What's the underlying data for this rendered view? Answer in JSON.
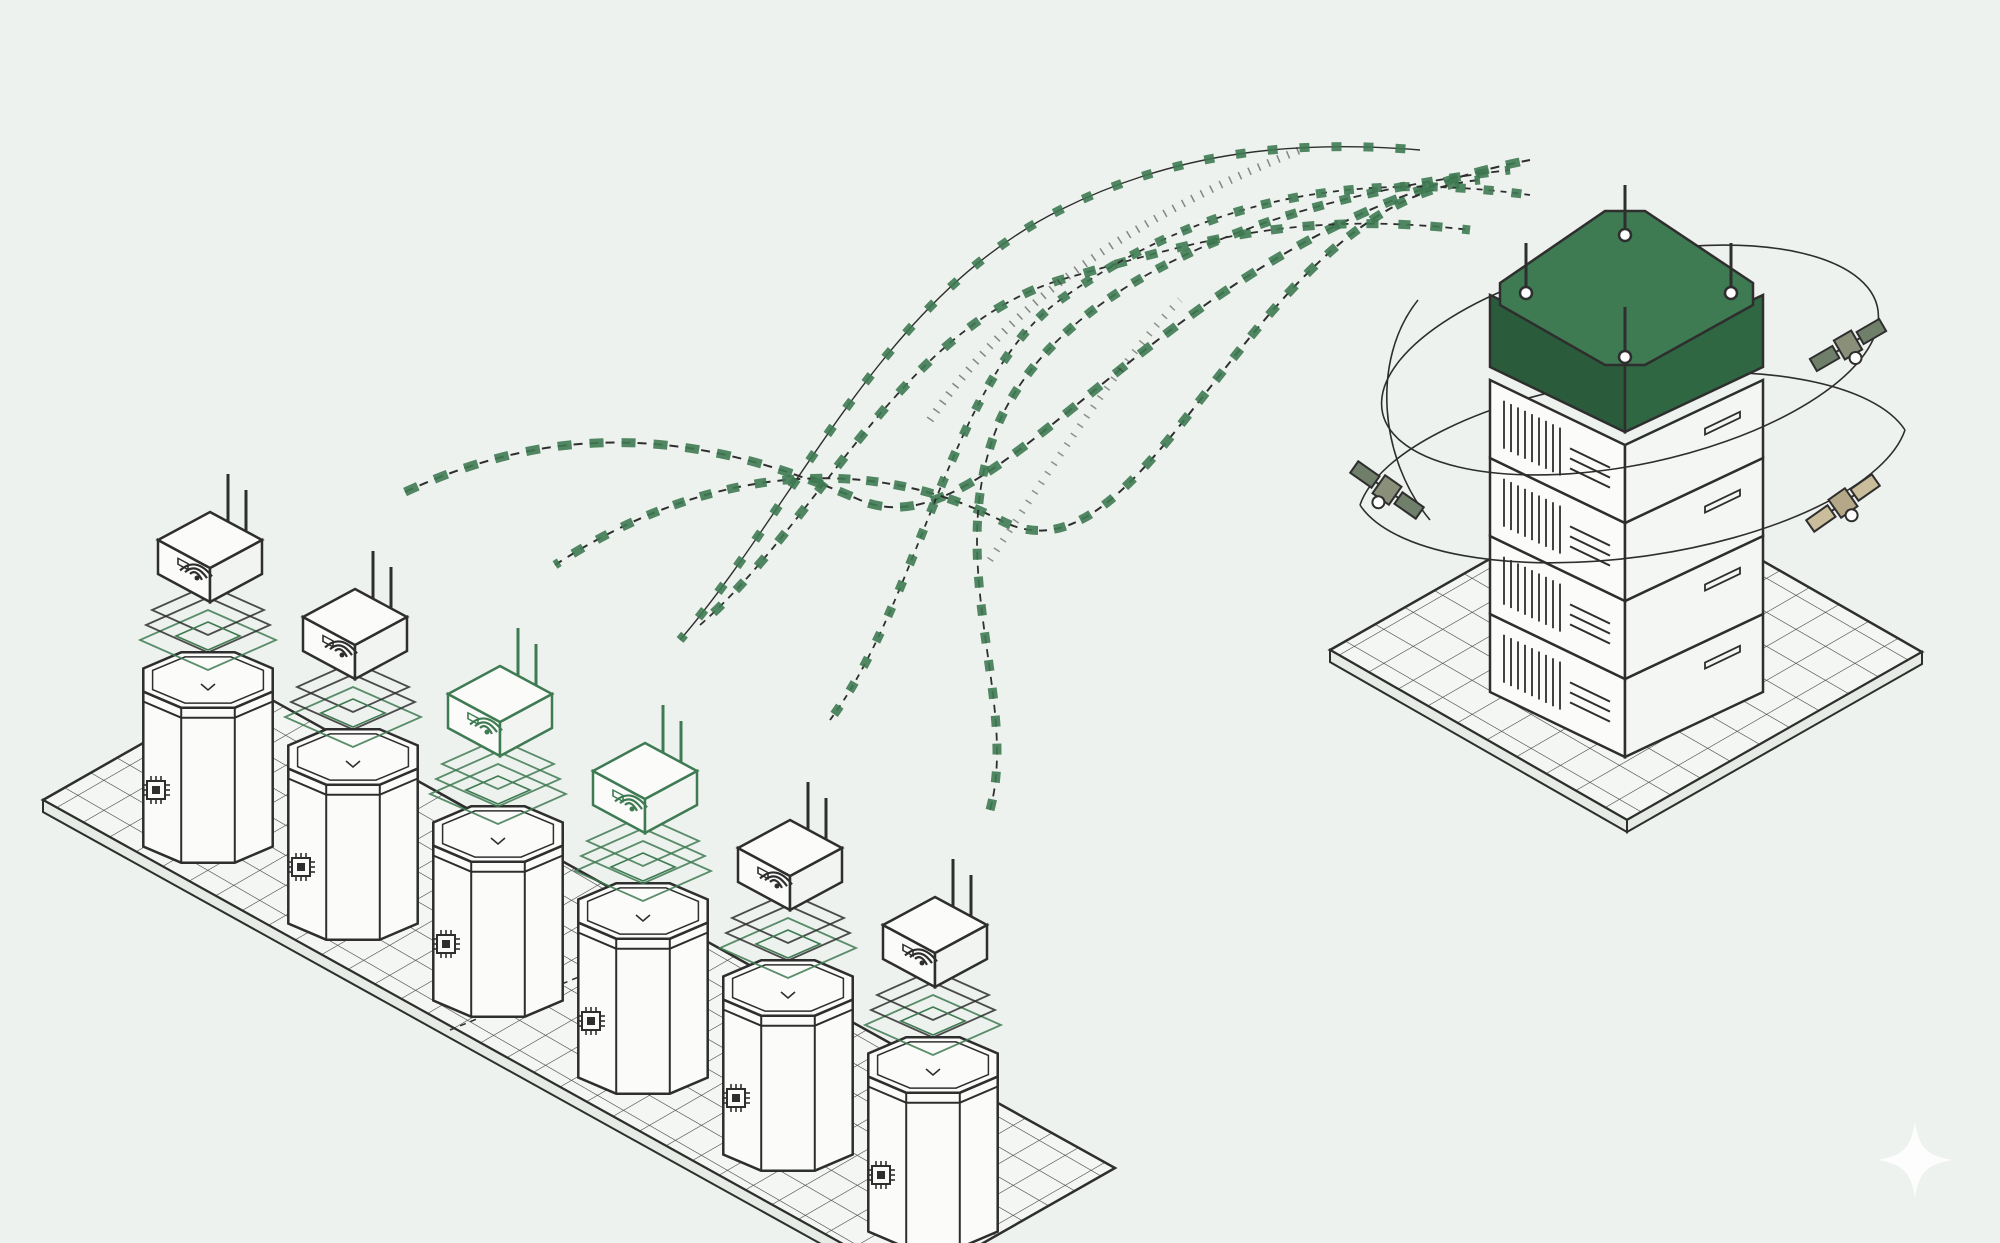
{
  "colors": {
    "background": "#eef2ee",
    "ink": "#2e2e2e",
    "fill": "#fbfcfa",
    "accent": "#3e7a52",
    "accent_dark": "#2a5c3c",
    "satellite": "#b5a888"
  },
  "icons": {
    "router": "wifi-router-icon",
    "chip": "chip-icon",
    "satellite": "satellite-icon",
    "sparkle": "sparkle-icon"
  },
  "devices": [
    {
      "id": "device-1"
    },
    {
      "id": "device-2"
    },
    {
      "id": "device-3"
    },
    {
      "id": "device-4"
    },
    {
      "id": "device-5"
    },
    {
      "id": "device-6"
    }
  ],
  "server": {
    "modules": 4,
    "antennas": 4
  },
  "satellites": [
    {
      "id": "satellite-left",
      "tone": "accent"
    },
    {
      "id": "satellite-top-right",
      "tone": "accent"
    },
    {
      "id": "satellite-bottom-right",
      "tone": "satellite"
    }
  ]
}
